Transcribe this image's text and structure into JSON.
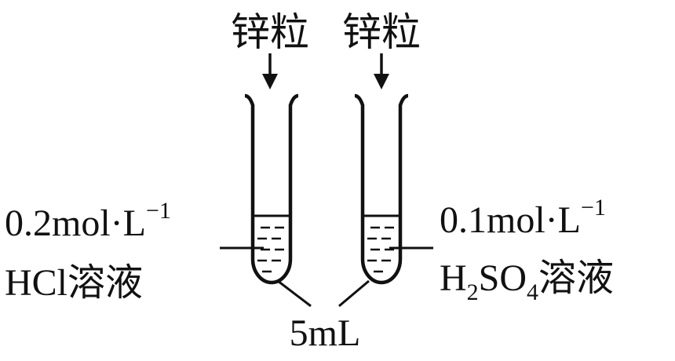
{
  "top_labels": {
    "left": "锌粒",
    "right": "锌粒"
  },
  "left_solution": {
    "line1_prefix": "0.2mol·L",
    "line1_exp": "−1",
    "line2": "HCl溶液"
  },
  "right_solution": {
    "line1_prefix": "0.1mol·L",
    "line1_exp": "−1",
    "line2_a": "H",
    "line2_sub1": "2",
    "line2_b": "SO",
    "line2_sub2": "4",
    "line2_c": "溶液"
  },
  "volume_label": "5mL"
}
